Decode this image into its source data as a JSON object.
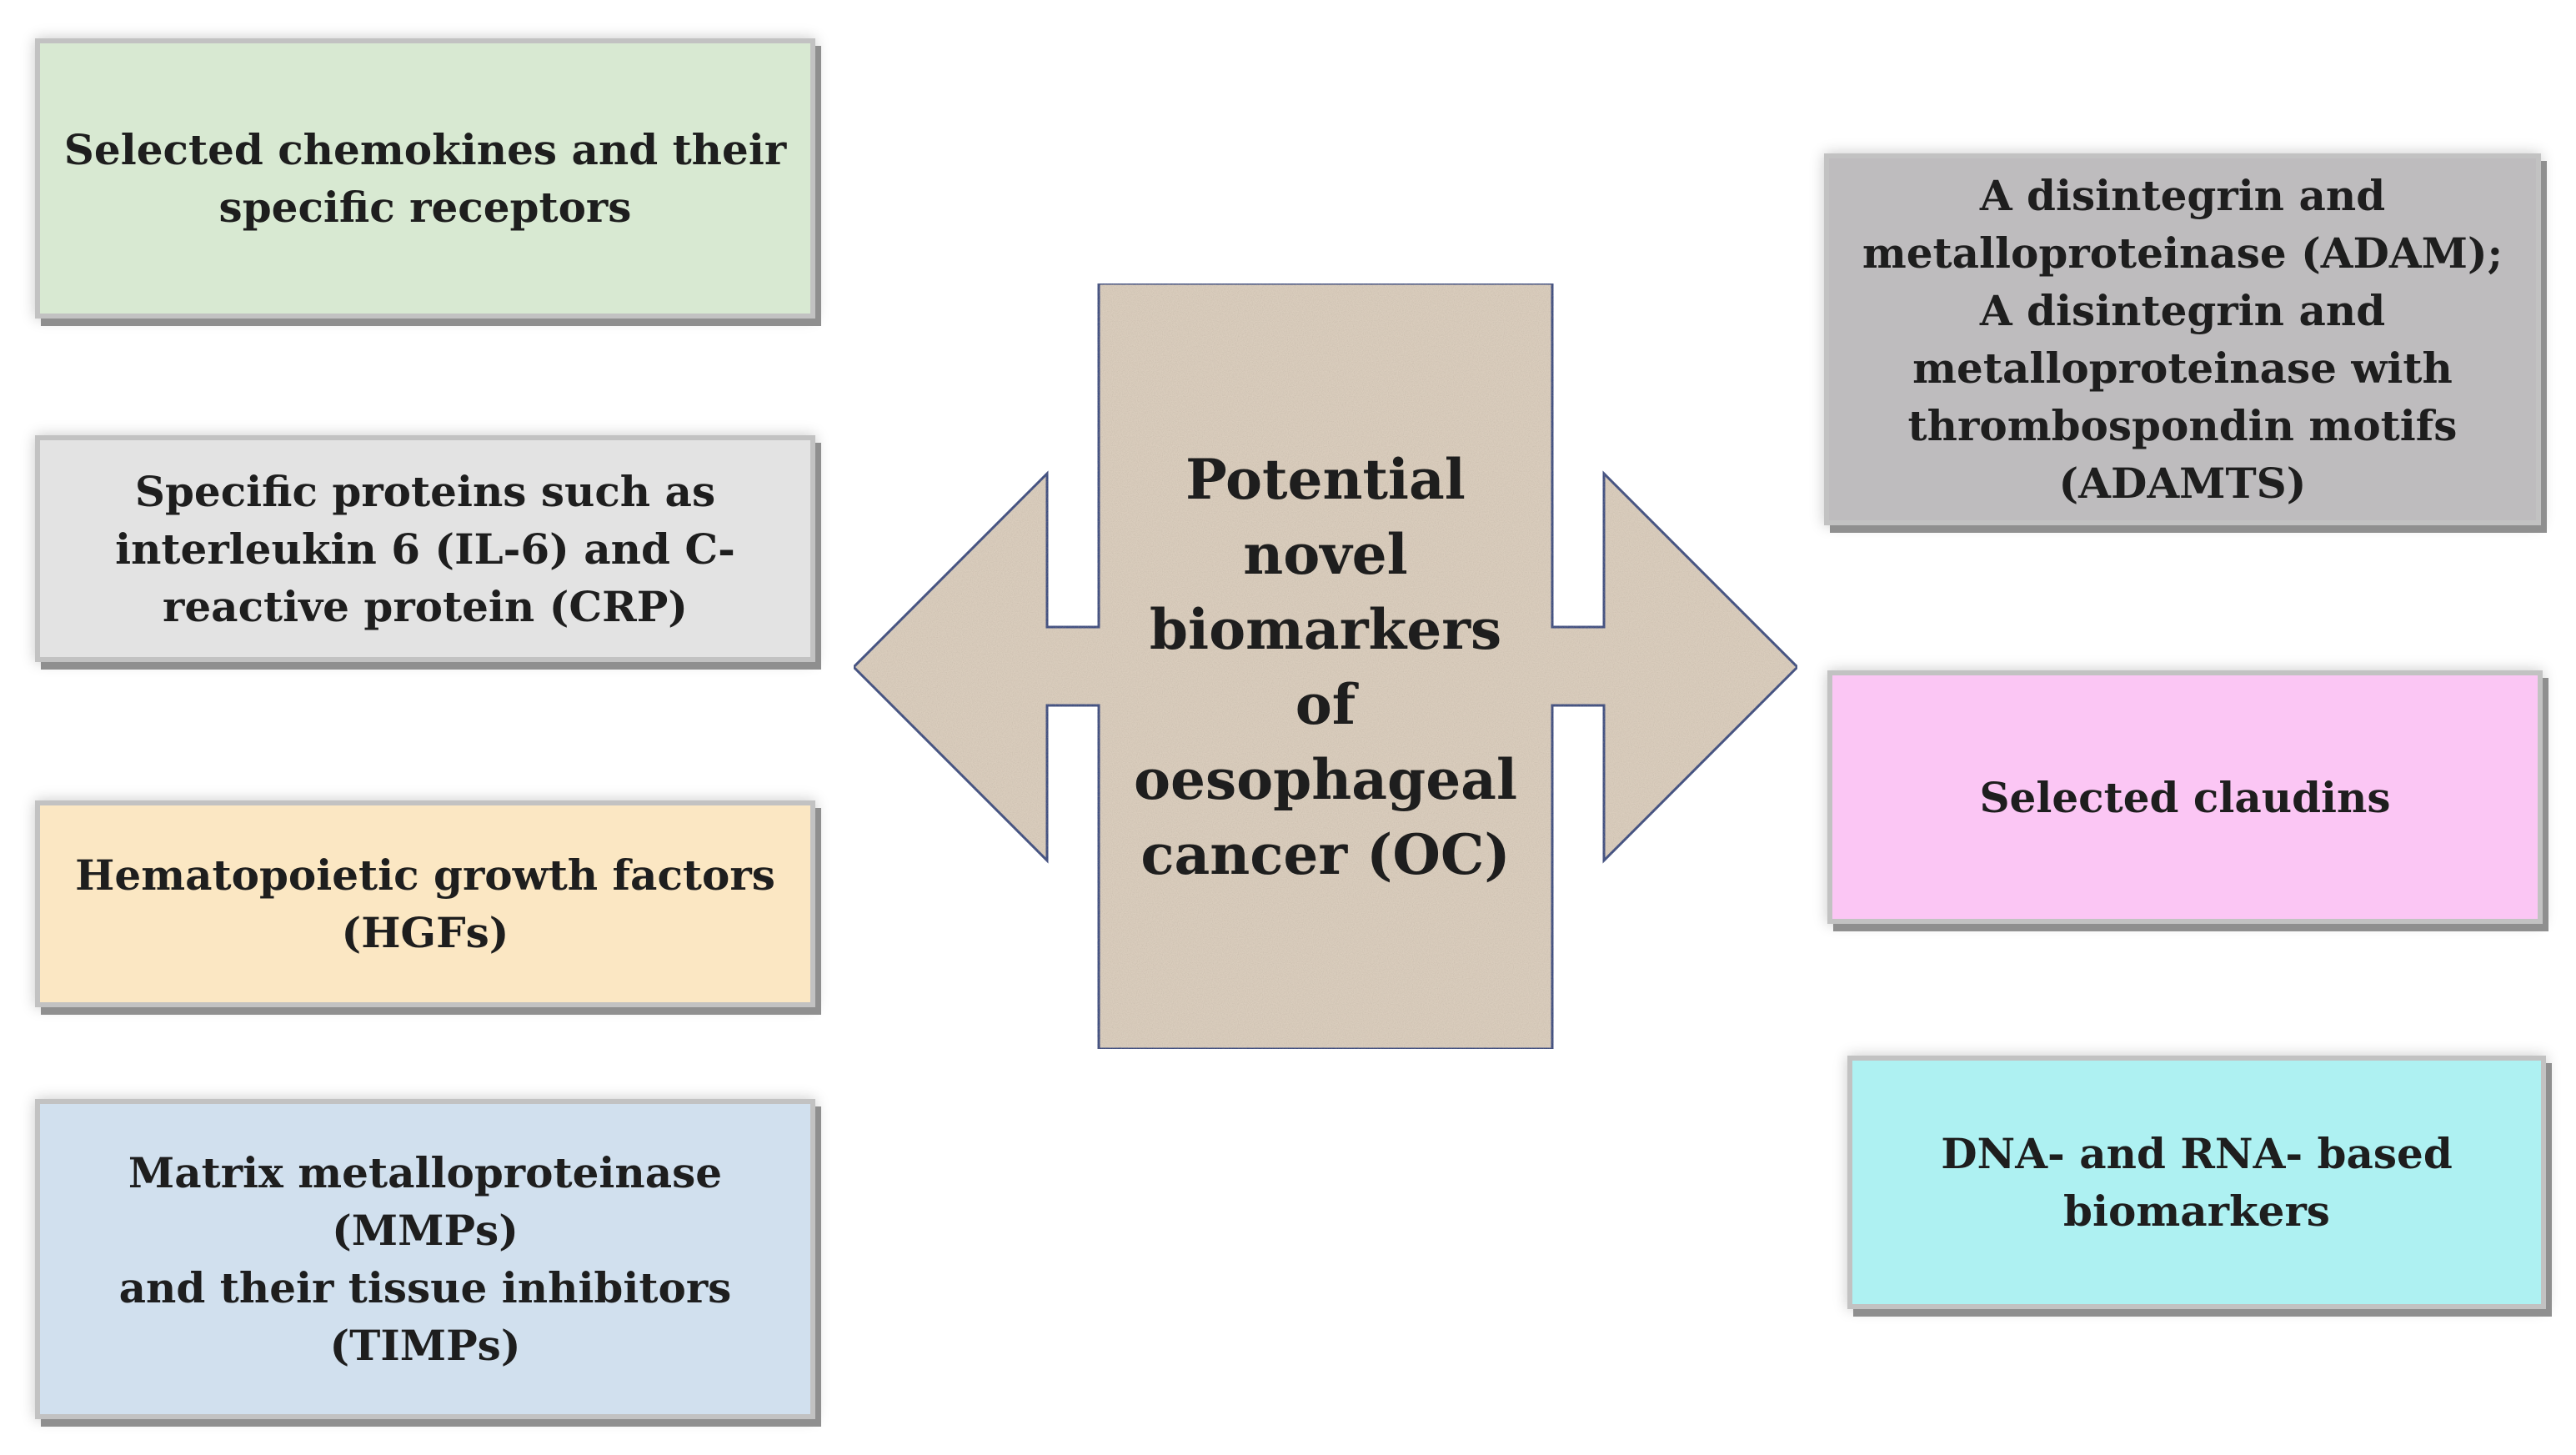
{
  "center": {
    "title": "Potential\nnovel\nbiomarkers\nof\noesophageal\ncancer (OC)"
  },
  "left_boxes": [
    {
      "label": "Selected chemokines and their\nspecific receptors"
    },
    {
      "label": "Specific proteins such as\ninterleukin 6 (IL-6) and C-\nreactive protein (CRP)"
    },
    {
      "label": "Hematopoietic growth factors\n(HGFs)"
    },
    {
      "label": "Matrix metalloproteinase\n(MMPs)\nand their tissue inhibitors\n(TIMPs)"
    }
  ],
  "right_boxes": [
    {
      "label": "A disintegrin and\nmetalloproteinase (ADAM);\nA disintegrin and\nmetalloproteinase with\nthrombospondin motifs\n(ADAMTS)"
    },
    {
      "label": "Selected claudins"
    },
    {
      "label": "DNA- and RNA- based\nbiomarkers"
    }
  ],
  "colors": {
    "center_fill": "#dacdbd",
    "center_stroke": "#3a4e82",
    "chemokines": "#d8e9d2",
    "il6_crp": "#e3e3e3",
    "hgf": "#fbe7c3",
    "mmp": "#d1e0ee",
    "adam": "#bebcbe",
    "claudins": "#fbc6f4",
    "dna_rna": "#aef1f2"
  }
}
